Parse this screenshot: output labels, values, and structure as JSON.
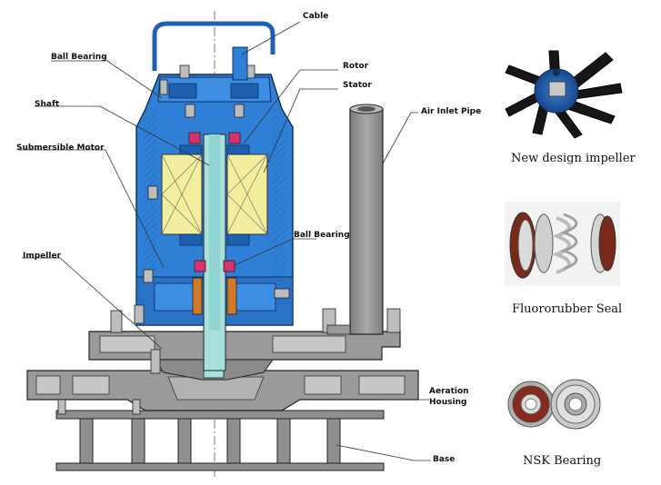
{
  "labels": {
    "cable": "Cable",
    "ball_bearing_top": "Ball Bearing",
    "rotor": "Rotor",
    "stator": "Stator",
    "shaft": "Shaft",
    "air_inlet_pipe": "Air Inlet Pipe",
    "submersible_motor": "Submersible Motor",
    "ball_bearing_bottom": "Ball Bearing",
    "impeller": "Impeller",
    "aeration_line1": "Aeration",
    "aeration_line2": "Housing",
    "base": "Base"
  },
  "captions": {
    "impeller_photo": "New design impeller",
    "seal_photo": "Fluororubber Seal",
    "bearing_photo": "NSK Bearing"
  },
  "colors": {
    "motor_blue": "#2f7fd6",
    "motor_dark": "#1e5fb0",
    "housing_gray": "#9a9a9a",
    "shaft_teal": "#a8e0dc",
    "coil_yellow": "#f2ee9e",
    "bearing_red": "#d6336c",
    "rotor_orange": "#d17a2a"
  }
}
